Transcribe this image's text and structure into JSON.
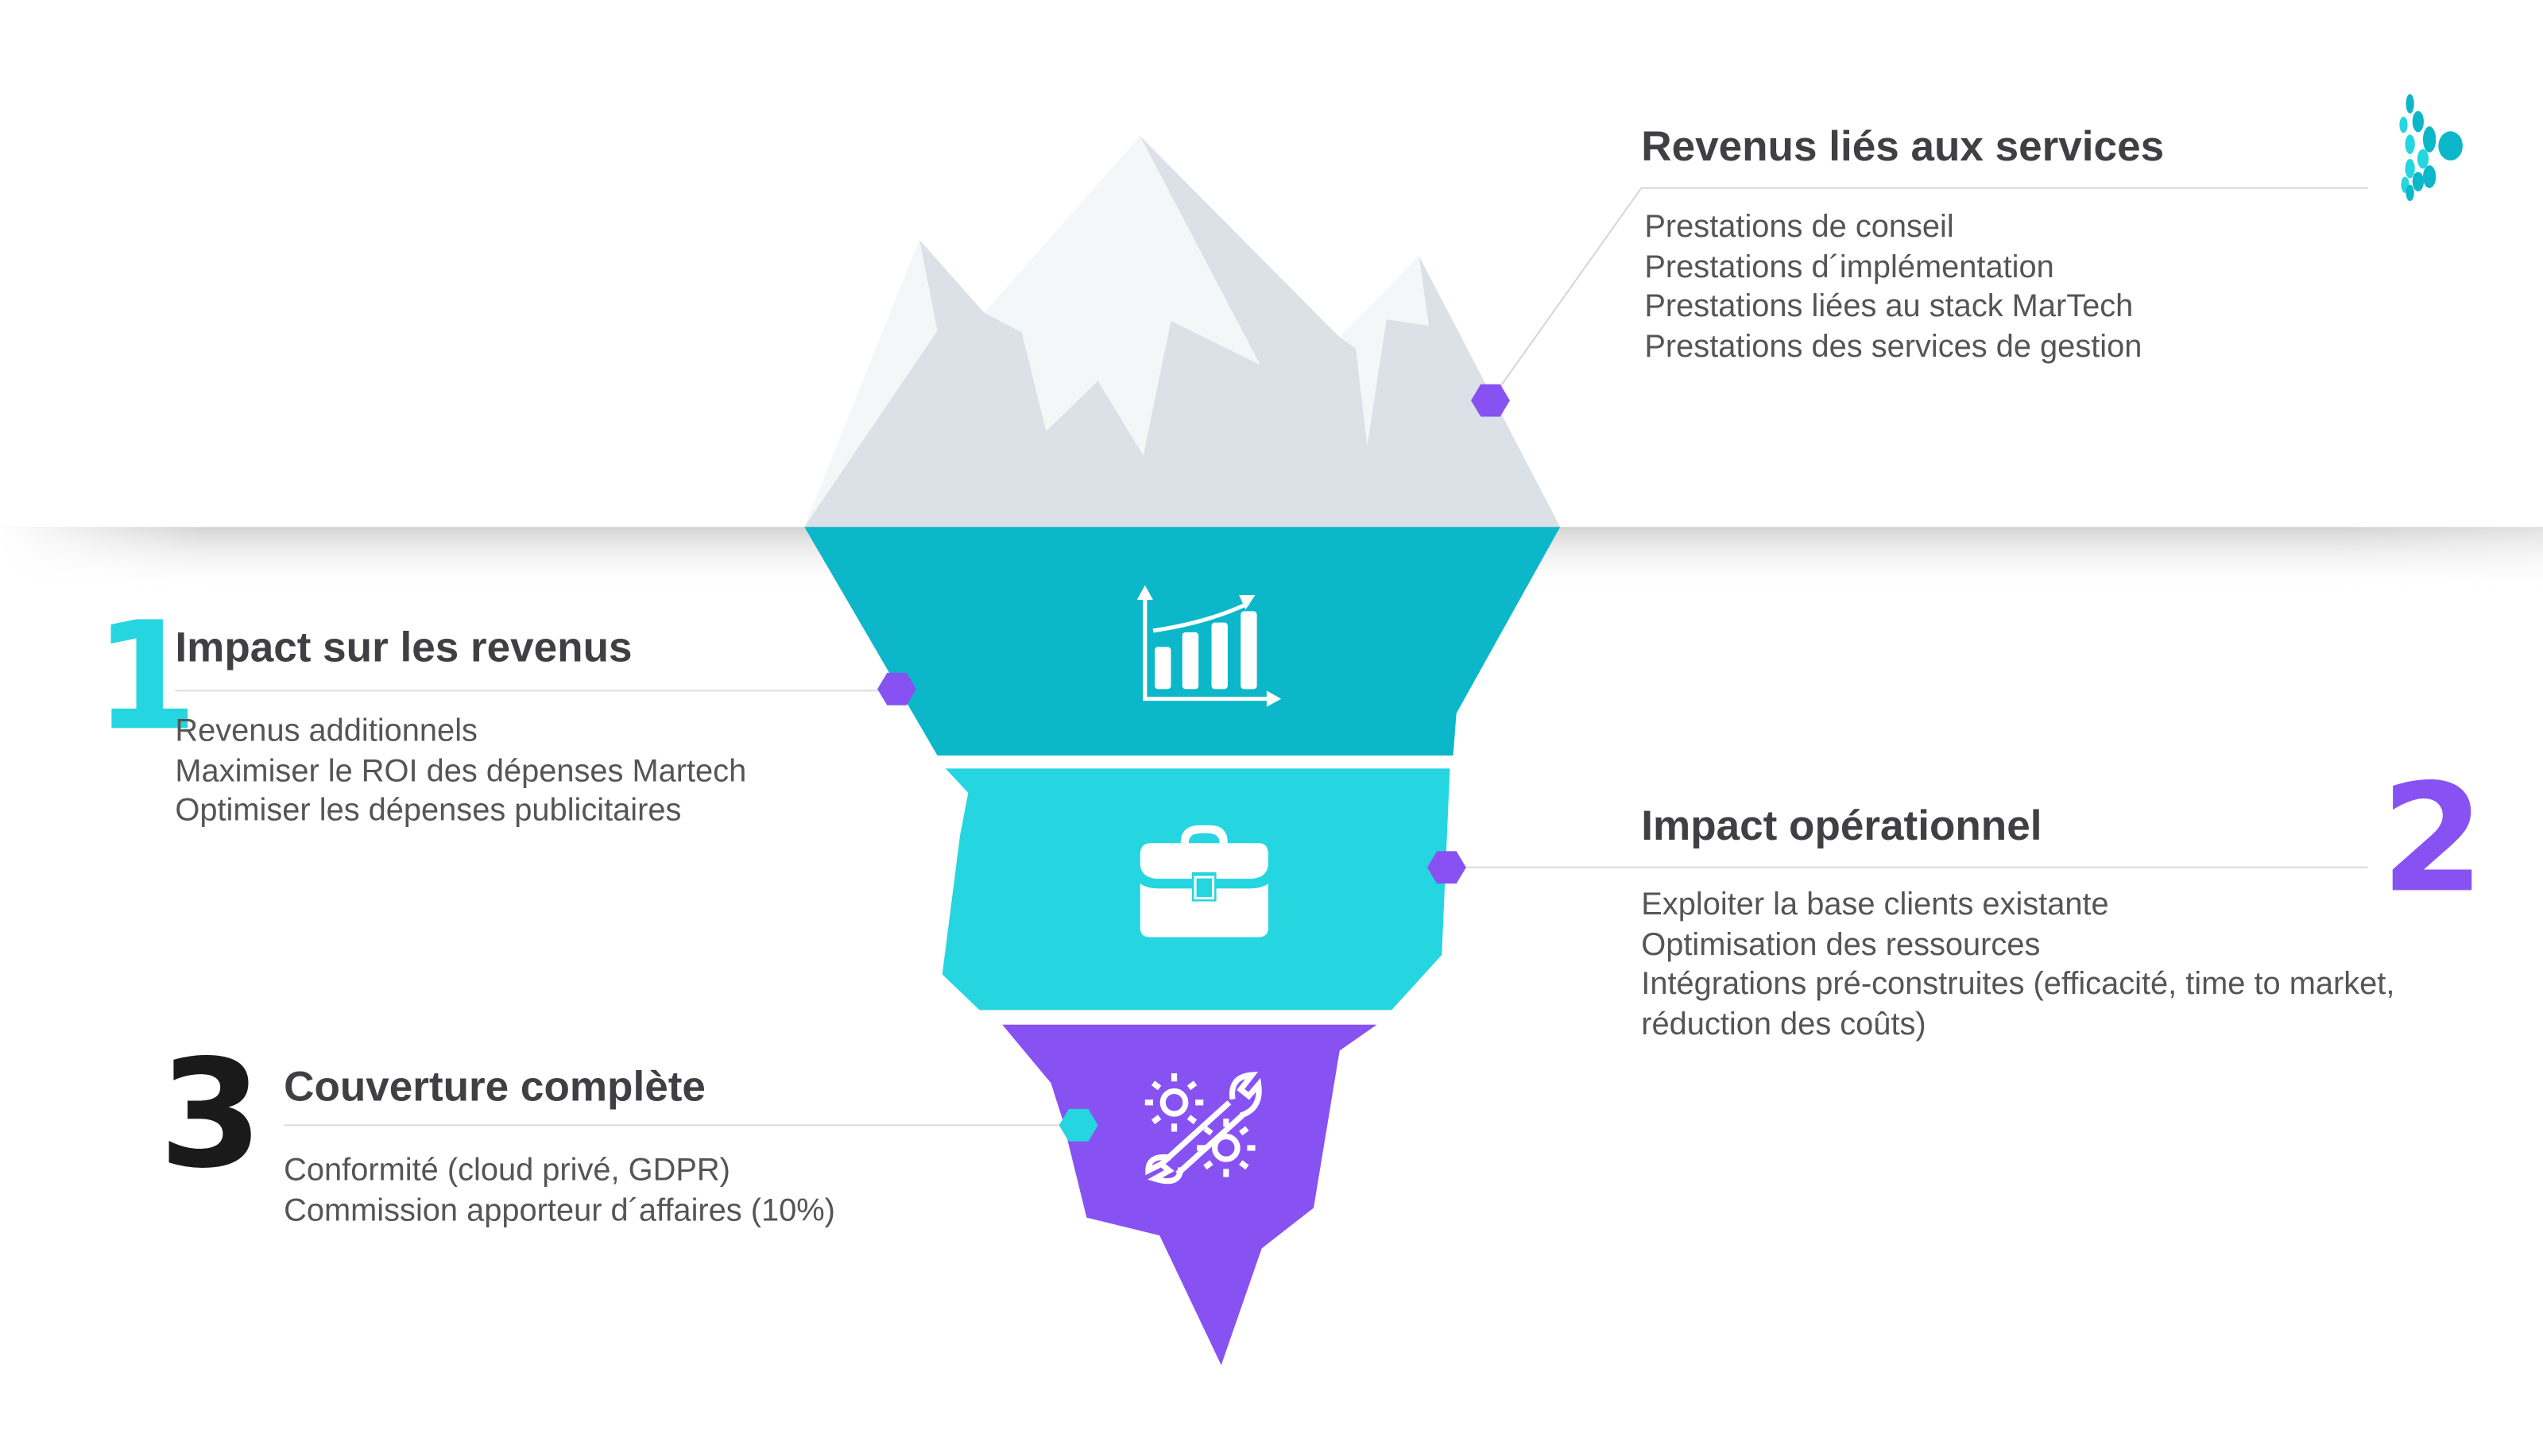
{
  "colors": {
    "teal_dark": "#0bb7c9",
    "teal_light": "#25d5df",
    "purple": "#8852f2",
    "mountain": "#dbe1e7",
    "snow": "#f4f7f8",
    "text": "#555555",
    "title": "#3f3f44"
  },
  "logo": {
    "icon": "dots-arrow-logo"
  },
  "services": {
    "title": "Revenus liés aux services",
    "items": [
      "Prestations de conseil",
      "Prestations d´implémentation",
      "Prestations liées au stack MarTech",
      "Prestations des services de gestion"
    ]
  },
  "section1": {
    "number": "1",
    "title": "Impact sur les revenus",
    "icon": "growth-chart-icon",
    "items": [
      "Revenus additionnels",
      "Maximiser le ROI des dépenses Martech",
      "Optimiser les dépenses publicitaires"
    ]
  },
  "section2": {
    "number": "2",
    "title": "Impact opérationnel",
    "icon": "briefcase-icon",
    "items": [
      "Exploiter la base clients existante",
      "Optimisation des ressources",
      "Intégrations pré-construites (efficacité, time to market,",
      "réduction des coûts)"
    ]
  },
  "section3": {
    "number": "3",
    "title": "Couverture complète",
    "icon": "tools-gears-icon",
    "items": [
      "Conformité (cloud privé, GDPR)",
      "Commission apporteur d´affaires (10%)"
    ]
  }
}
